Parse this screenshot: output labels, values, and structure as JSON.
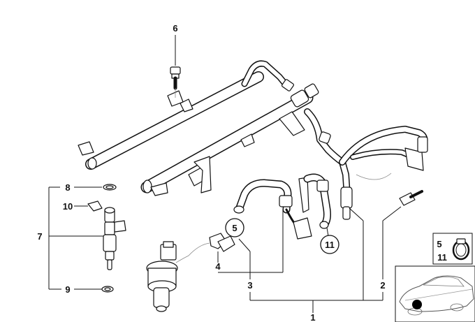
{
  "callouts": {
    "c1": "1",
    "c2": "2",
    "c3": "3",
    "c4": "4",
    "c5": "5",
    "c5_circle": "5",
    "c6": "6",
    "c7": "7",
    "c8": "8",
    "c9": "9",
    "c10": "10",
    "c11": "11",
    "c11_circle": "11"
  },
  "inset_legend": {
    "top": "5",
    "bottom": "11"
  }
}
